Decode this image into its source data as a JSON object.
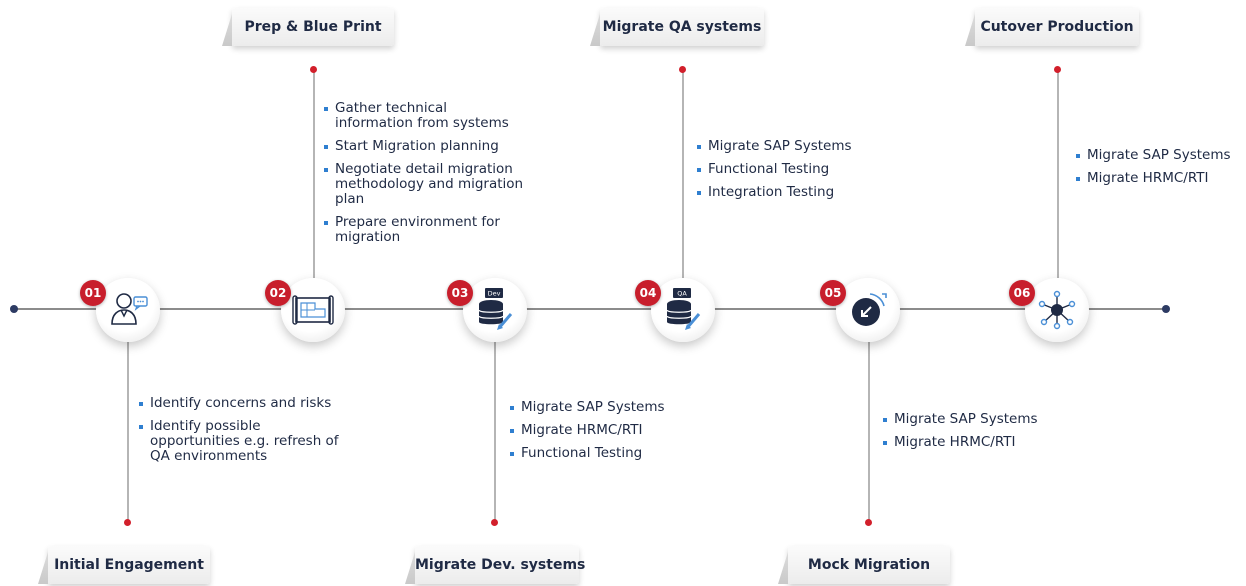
{
  "colors": {
    "accent_red": "#c81e2c",
    "bullet_blue": "#2f7fd0",
    "text_navy": "#1f2a44",
    "timeline_gray": "#8c8c8c"
  },
  "steps": [
    {
      "number": "01",
      "title": "Initial Engagement",
      "icon": "consultant-icon",
      "bullets": [
        "Identify concerns and risks",
        "Identify possible opportunities e.g. refresh of QA environments"
      ]
    },
    {
      "number": "02",
      "title": "Prep & Blue Print",
      "icon": "blueprint-icon",
      "bullets": [
        "Gather technical information from systems",
        "Start Migration planning",
        "Negotiate detail migration methodology and migration plan",
        "Prepare environment for migration"
      ]
    },
    {
      "number": "03",
      "title": "Migrate Dev. systems",
      "icon": "dev-database-icon",
      "icon_label": "Dev",
      "bullets": [
        "Migrate SAP Systems",
        "Migrate HRMC/RTI",
        "Functional Testing"
      ]
    },
    {
      "number": "04",
      "title": "Migrate QA systems",
      "icon": "qa-database-icon",
      "icon_label": "QA",
      "bullets": [
        "Migrate SAP Systems",
        "Functional Testing",
        "Integration Testing"
      ]
    },
    {
      "number": "05",
      "title": "Mock Migration",
      "icon": "mock-migration-icon",
      "bullets": [
        "Migrate SAP Systems",
        "Migrate HRMC/RTI"
      ]
    },
    {
      "number": "06",
      "title": "Cutover Production",
      "icon": "network-hub-icon",
      "bullets": [
        "Migrate SAP Systems",
        "Migrate HRMC/RTI"
      ]
    }
  ]
}
